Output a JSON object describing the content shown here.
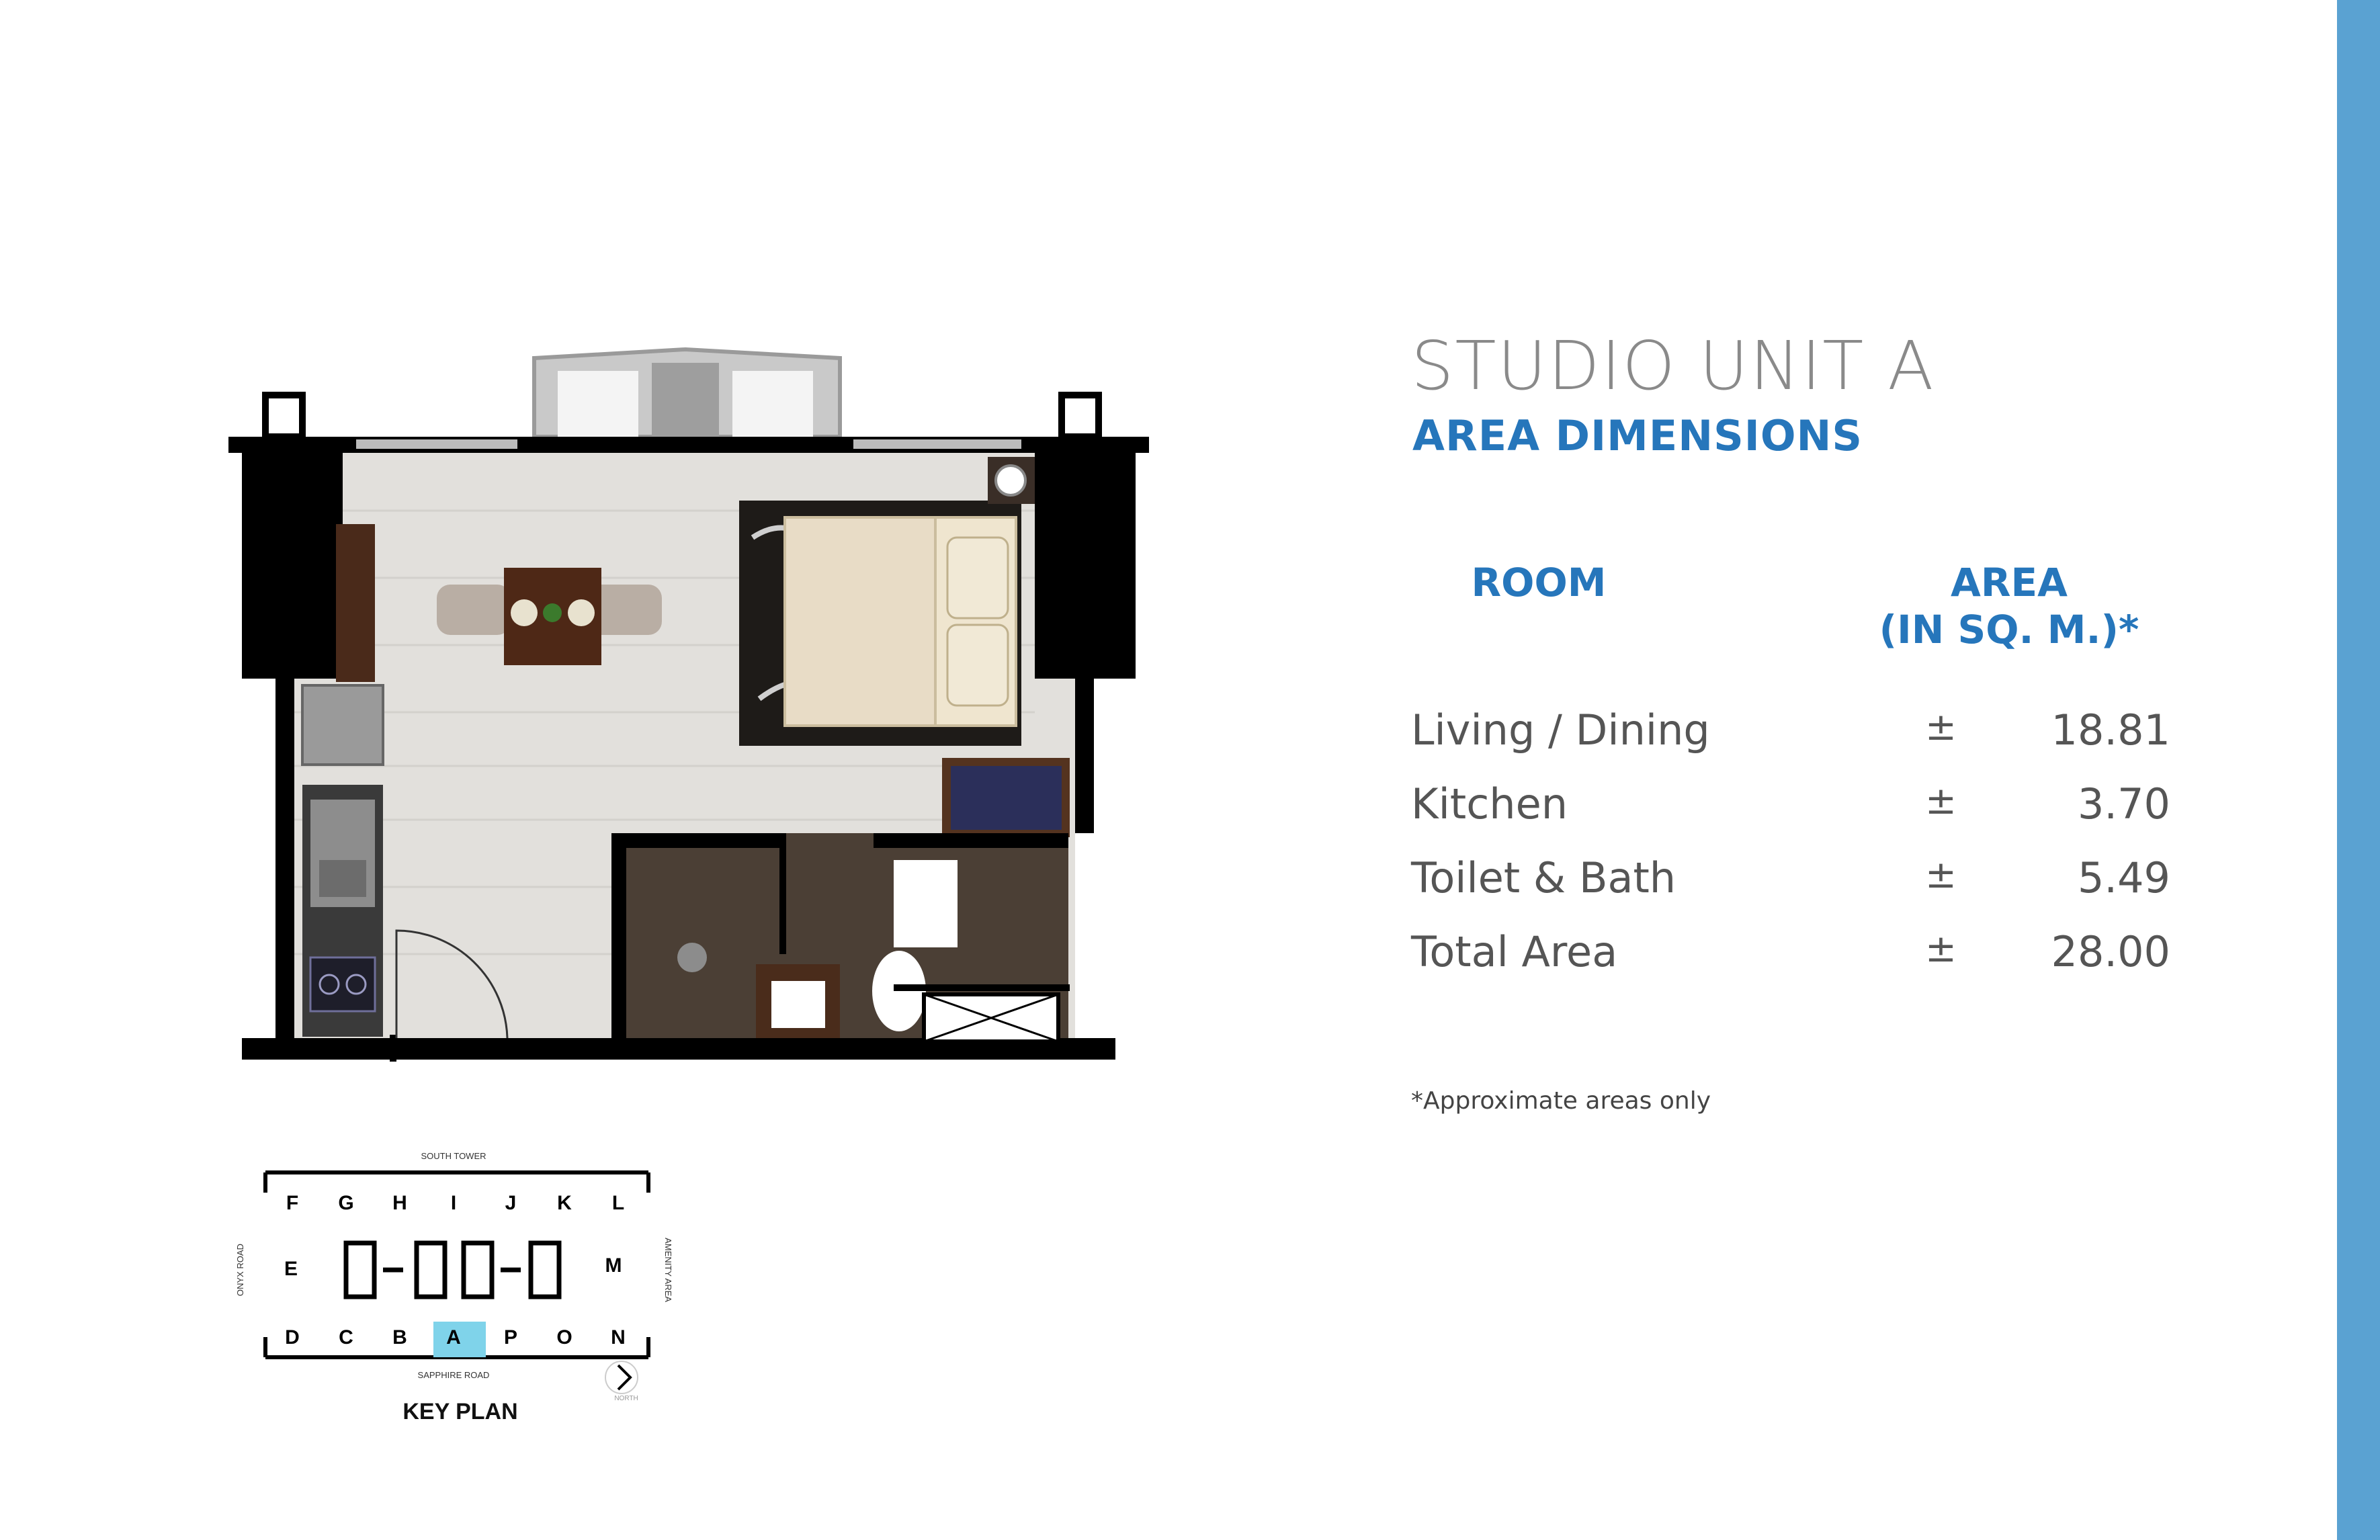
{
  "title": "STUDIO UNIT A",
  "subtitle": "AREA DIMENSIONS",
  "table": {
    "col_room": "ROOM",
    "col_area_line1": "AREA",
    "col_area_line2": "(IN SQ. M.)*",
    "rows": [
      {
        "room": "Living / Dining",
        "pm": "±",
        "value": "18.81"
      },
      {
        "room": "Kitchen",
        "pm": "±",
        "value": "3.70"
      },
      {
        "room": "Toilet & Bath",
        "pm": "±",
        "value": "5.49"
      },
      {
        "room": "Total Area",
        "pm": "±",
        "value": "28.00"
      }
    ]
  },
  "footnote": "*Approximate areas only",
  "keyplan": {
    "title": "KEY PLAN",
    "north_label": "SOUTH TOWER",
    "south_label": "SAPPHIRE ROAD",
    "west_label": "ONYX ROAD",
    "east_label": "AMENITY AREA",
    "top_units": [
      "F",
      "G",
      "H",
      "I",
      "J",
      "K",
      "L"
    ],
    "middle_left": "E",
    "middle_right": "M",
    "bottom_units": [
      "D",
      "C",
      "B",
      "A",
      "P",
      "O",
      "N"
    ],
    "highlighted_unit": "A",
    "highlight_color": "#7fd3ea",
    "compass_label": "NORTH"
  },
  "colors": {
    "accent": "#2676bb",
    "side_band": "#5aa2d2",
    "title_gray": "#8a8a8a"
  }
}
